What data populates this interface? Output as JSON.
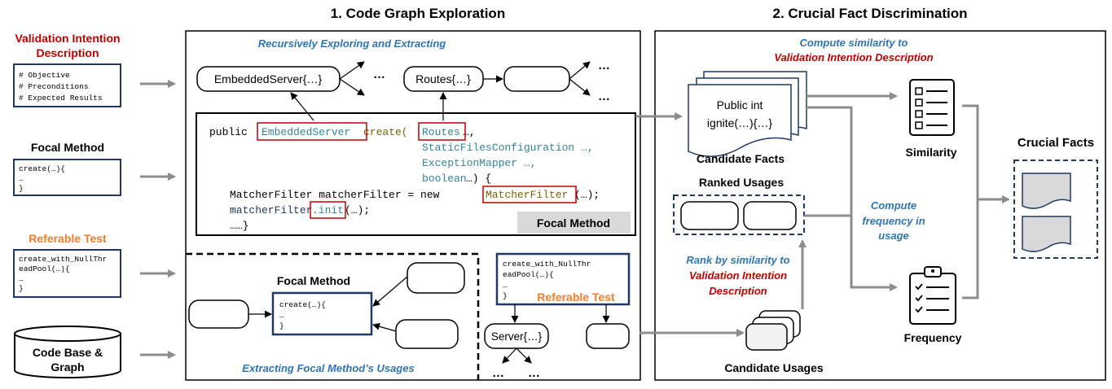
{
  "sections": {
    "exploration_title": "1. Code Graph Exploration",
    "discrimination_title": "2. Crucial Fact Discrimination"
  },
  "inputs": {
    "intention_title_1": "Validation Intention",
    "intention_title_2": "Description",
    "intention_lines": [
      "# Objective",
      "# Preconditions",
      "# Expected Results"
    ],
    "focal_title": "Focal Method",
    "focal_lines": [
      "create(…){",
      "…",
      "}"
    ],
    "referable_title": "Referable Test",
    "referable_lines": [
      "create_with_NullThr",
      "eadPool(…){",
      "…",
      "}"
    ],
    "codebase_line1": "Code Base &",
    "codebase_line2": "Graph"
  },
  "exploration": {
    "recursive_label": "Recursively Exploring and Extracting",
    "node_embedded": "EmbeddedServer{…}",
    "node_routes": "Routes{…}",
    "ellipsis": "…",
    "code": {
      "l1_public": "public ",
      "l1_type": "EmbeddedServer",
      "l1_create": " create(",
      "l1_routes": "Routes",
      "l1_tail": " …,",
      "l2": "StaticFilesConfiguration …,",
      "l3": "ExceptionMapper …,",
      "l4_bool": "boolean",
      "l4_tail": " …) {",
      "l5_a": "MatcherFilter matcherFilter = new ",
      "l5_b": "MatcherFilter",
      "l5_c": "(…);",
      "l6_a": "matcherFilter",
      "l6_b": ".init",
      "l6_c": "(…);",
      "l7": "……}"
    },
    "focal_tag": "Focal Method",
    "usages_focal_title": "Focal Method",
    "usages_focal_lines": [
      "create(…){",
      "…",
      "}"
    ],
    "usages_label": "Extracting Focal Method’s Usages",
    "ref_lines": [
      "create_with_NullThr",
      "eadPool(…){",
      "…",
      "}"
    ],
    "ref_tag": "Referable Test",
    "server_node": "Server{…}"
  },
  "discrimination": {
    "similarity_desc_1": "Compute similarity to",
    "similarity_desc_2": "Validation Intention Description",
    "candidate_doc_1": "Public int",
    "candidate_doc_2": "ignite(…){…}",
    "candidate_facts": "Candidate Facts",
    "similarity": "Similarity",
    "ranked_usages": "Ranked Usages",
    "freq_desc_1": "Compute",
    "freq_desc_2": "frequency in",
    "freq_desc_3": "usage",
    "rank_desc_1": "Rank by similarity to",
    "rank_desc_2": "Validation Intention",
    "rank_desc_3": "Description",
    "candidate_usages": "Candidate Usages",
    "frequency": "Frequency",
    "crucial_facts": "Crucial Facts"
  },
  "colors": {
    "red": "#c00000",
    "orange": "#ed7d31",
    "blue": "#2e75b6",
    "navy": "#1f3864",
    "gray_arrow": "#8c8c8c",
    "teal_code": "#31849b",
    "brown_code": "#7f6000"
  }
}
